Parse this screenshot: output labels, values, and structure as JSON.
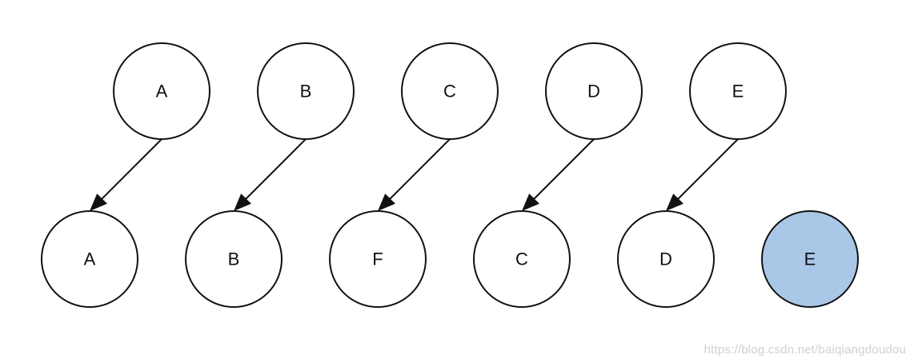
{
  "diagram": {
    "top_row": [
      {
        "id": "t0",
        "label": "A"
      },
      {
        "id": "t1",
        "label": "B"
      },
      {
        "id": "t2",
        "label": "C"
      },
      {
        "id": "t3",
        "label": "D"
      },
      {
        "id": "t4",
        "label": "E"
      }
    ],
    "bottom_row": [
      {
        "id": "b0",
        "label": "A",
        "highlight": false
      },
      {
        "id": "b1",
        "label": "B",
        "highlight": false
      },
      {
        "id": "b2",
        "label": "F",
        "highlight": false
      },
      {
        "id": "b3",
        "label": "C",
        "highlight": false
      },
      {
        "id": "b4",
        "label": "D",
        "highlight": false
      },
      {
        "id": "b5",
        "label": "E",
        "highlight": true
      }
    ],
    "edges": [
      {
        "from": "t0",
        "to": "b0"
      },
      {
        "from": "t1",
        "to": "b1"
      },
      {
        "from": "t2",
        "to": "b2"
      },
      {
        "from": "t3",
        "to": "b3"
      },
      {
        "from": "t4",
        "to": "b4"
      }
    ],
    "colors": {
      "stroke": "#111111",
      "highlight_fill": "#a9c8e8",
      "node_fill": "#ffffff"
    }
  },
  "watermark": {
    "text": "https://blog.csdn.net/baiqiangdoudou"
  }
}
